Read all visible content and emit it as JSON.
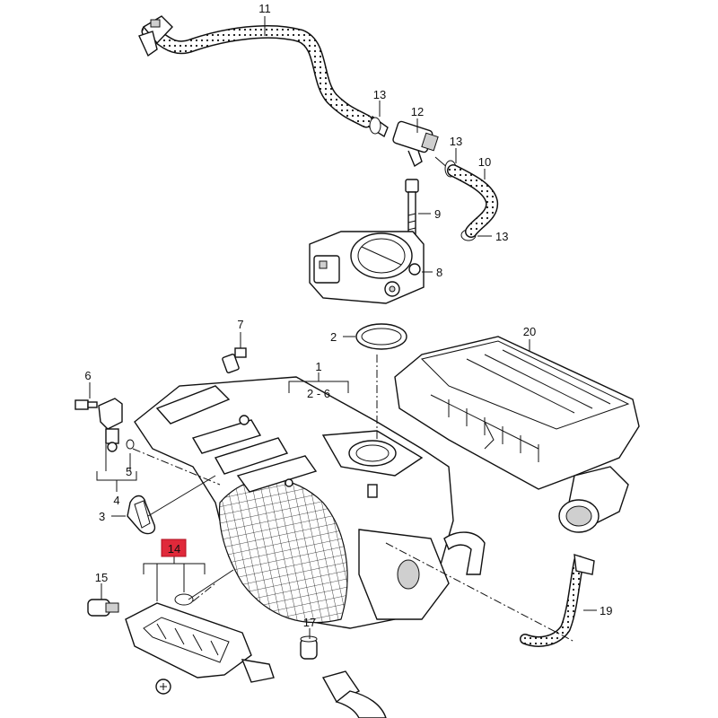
{
  "callouts": {
    "c1": "1",
    "c1_range": "2 - 6",
    "c2": "2",
    "c3": "3",
    "c4": "4",
    "c5": "5",
    "c6": "6",
    "c7": "7",
    "c8": "8",
    "c9": "9",
    "c10": "10",
    "c11": "11",
    "c12": "12",
    "c13a": "13",
    "c13b": "13",
    "c13c": "13",
    "c14": "14",
    "c15": "15",
    "c17": "17",
    "c19": "19",
    "c20": "20"
  },
  "colors": {
    "line": "#111111",
    "highlight_box": "#e0293a",
    "hose_fill": "#ffffff",
    "background": "#ffffff"
  },
  "highlighted_callout": "14"
}
